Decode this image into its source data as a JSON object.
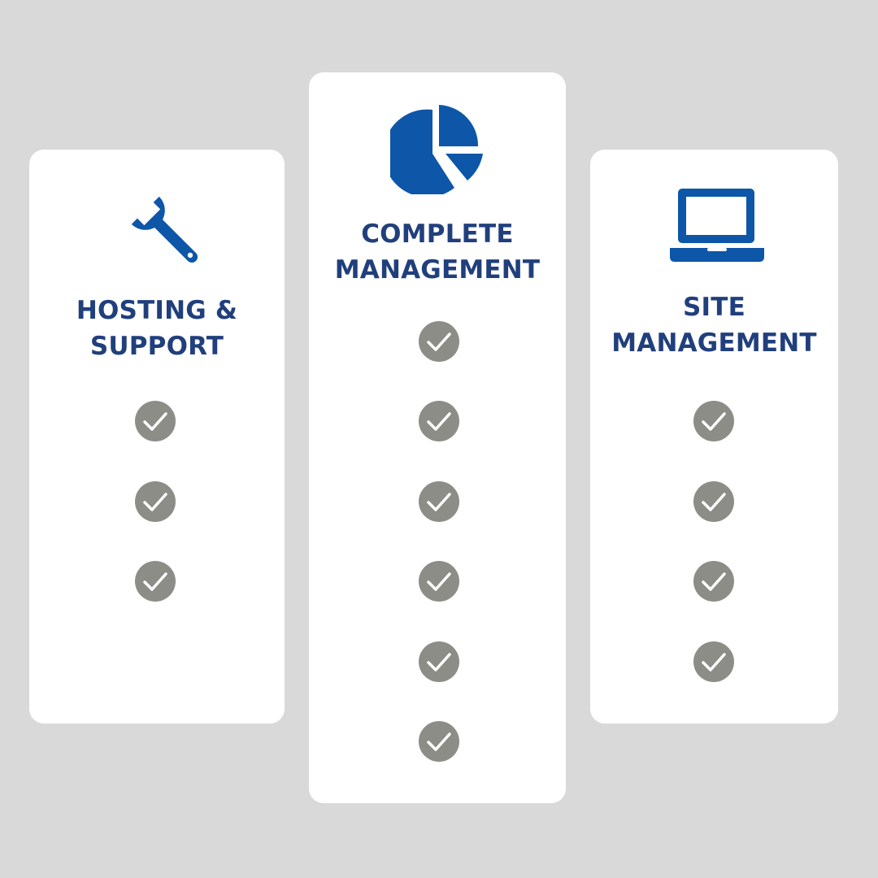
{
  "colors": {
    "background": "#d9d9d9",
    "card": "#ffffff",
    "title": "#203f7c",
    "icon": "#0d56a8",
    "check_circle": "#8c8d86",
    "check_mark": "#ffffff"
  },
  "cards": [
    {
      "icon": "wrench-icon",
      "title_lines": [
        "HOSTING &",
        "SUPPORT"
      ],
      "check_count": 3
    },
    {
      "icon": "pie-chart-icon",
      "title_lines": [
        "COMPLETE",
        "MANAGEMENT"
      ],
      "check_count": 6
    },
    {
      "icon": "laptop-icon",
      "title_lines": [
        "SITE",
        "MANAGEMENT"
      ],
      "check_count": 4
    }
  ]
}
